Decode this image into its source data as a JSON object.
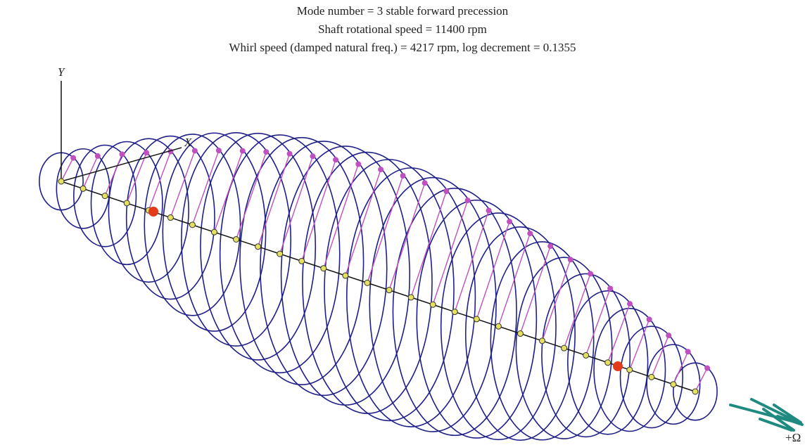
{
  "header": {
    "mode_line": "Mode number = 3 stable forward precession",
    "speed_line": "Shaft rotational speed = 11400 rpm",
    "whirl_line": "Whirl speed (damped natural freq.) = 4217 rpm, log decrement = 0.1355"
  },
  "axes": {
    "y_label": "Y",
    "x_label": "X",
    "rotation_label": "+Ω"
  },
  "colors": {
    "orbit": "#1f1f8a",
    "mode_shape": "#c050c0",
    "shaft": "#111111",
    "node_fill": "#e6e060",
    "bearing": "#e23a1a",
    "rotation_arrow": "#1f8a80"
  },
  "rotor": {
    "station_count": 30,
    "orbit_count": 30,
    "bearing_count": 2
  }
}
